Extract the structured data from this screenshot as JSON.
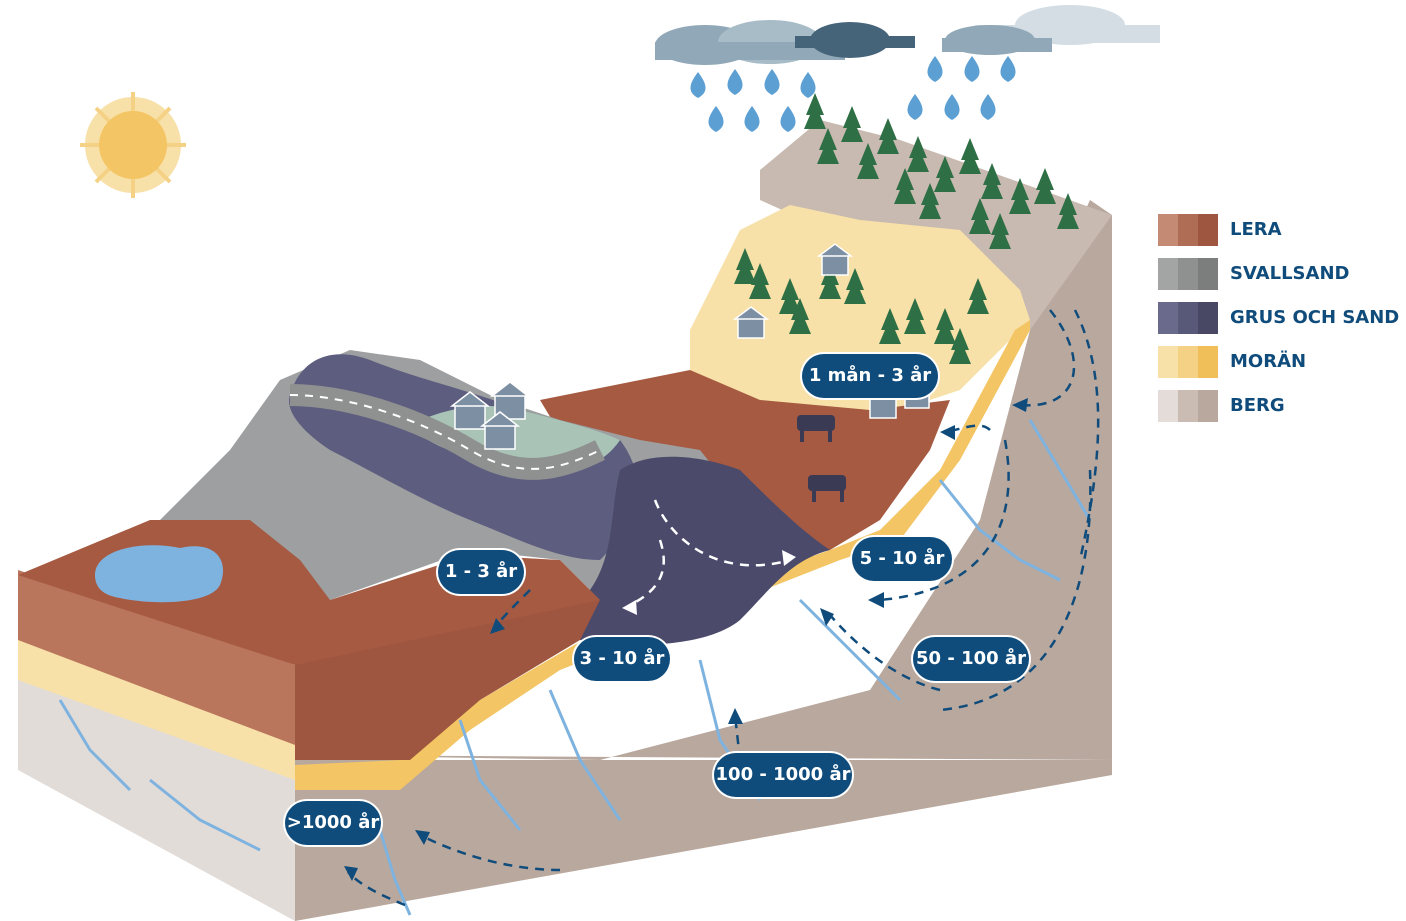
{
  "labels": {
    "l1": "1 mån - 3 år",
    "l2": "1 - 3 år",
    "l3": "5 - 10 år",
    "l4": "3 - 10 år",
    "l5": "50 - 100 år",
    "l6": "100 - 1000 år",
    "l7": ">1000 år"
  },
  "legend": [
    {
      "label": "LERA",
      "colors": [
        "#c48a73",
        "#b06d55",
        "#9e5641"
      ]
    },
    {
      "label": "SVALLSAND",
      "colors": [
        "#a3a5a4",
        "#8f9190",
        "#7c7e7e"
      ]
    },
    {
      "label": "GRUS OCH SAND",
      "colors": [
        "#6a6a8c",
        "#585878",
        "#484865"
      ]
    },
    {
      "label": "MORÄN",
      "colors": [
        "#f8e1a9",
        "#f5d186",
        "#f0bf5a"
      ]
    },
    {
      "label": "BERG",
      "colors": [
        "#e3dcd8",
        "#cbbcb3",
        "#b8a89e"
      ]
    }
  ],
  "colors": {
    "lera": "#a65a42",
    "lera_light": "#b9765d",
    "svallsand": "#9d9fa0",
    "grus": "#4b4a6a",
    "grus_mid": "#5d5d7f",
    "moran": "#f3c564",
    "moran_light": "#f8e1a8",
    "berg": "#b9a89e",
    "berg_light": "#c9bab1",
    "berg_side": "#e2dcd8",
    "water": "#7fb3df",
    "arrow": "#0f4c7c",
    "cloud_light": "#b9cbd5",
    "cloud_mid": "#90a8b7",
    "cloud_dark": "#45647a",
    "sun": "#f3c564",
    "tree": "#2f6f45",
    "field": "#a9c4b7"
  }
}
